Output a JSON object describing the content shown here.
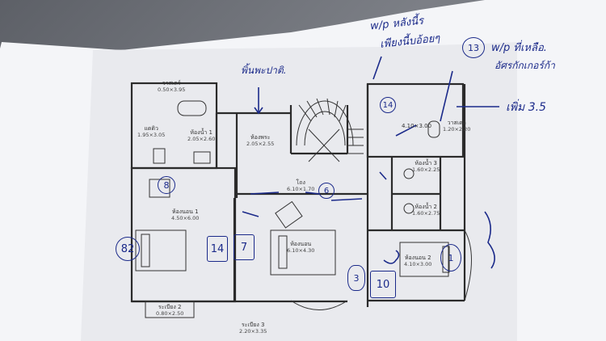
{
  "rooms": [
    {
      "name": "วาสเดร์",
      "dim": "0.50×3.95"
    },
    {
      "name": "แดดิว",
      "dim": "1.95×3.05"
    },
    {
      "name": "ห้องน้ำ 1",
      "dim": "2.05×2.60"
    },
    {
      "name": "ห้องพระ",
      "dim": "2.05×2.55"
    },
    {
      "name": "โถง",
      "dim": "6.10×1.70"
    },
    {
      "name": "ห้องนอน 1",
      "dim": "4.50×6.00"
    },
    {
      "name": "ห้องนอน",
      "dim": "6.10×4.30"
    },
    {
      "name": "4.10×3.00",
      "dim": ""
    },
    {
      "name": "วาสเดอ",
      "dim": "1.20×2.20"
    },
    {
      "name": "ห้องน้ำ 3",
      "dim": "1.60×2.25"
    },
    {
      "name": "ห้องน้ำ 2",
      "dim": "1.60×2.75"
    },
    {
      "name": "ห้องนอน 2",
      "dim": "4.10×3.00"
    },
    {
      "name": "ระเบียง 2",
      "dim": "0.80×2.50"
    },
    {
      "name": "ระเบียง 3",
      "dim": "2.20×3.35"
    }
  ],
  "notes": {
    "top_center": "พิ้นพะปาติ.",
    "top_right_1": "w/p หลังนี้ร",
    "top_right_2": "เพียงนี้บอ้อยๆ",
    "right_1": "w/p ที่เหลือ.",
    "right_2": "อัศรกักเกอร์ก้า",
    "right_3": "เพิ่ม 3.5"
  },
  "marks": {
    "m13": "13",
    "m14": "14",
    "m6": "6",
    "m8": "8",
    "m7": "7",
    "m3": "3",
    "m10": "10",
    "m82": "82",
    "m1": "1",
    "m14b": "14"
  }
}
